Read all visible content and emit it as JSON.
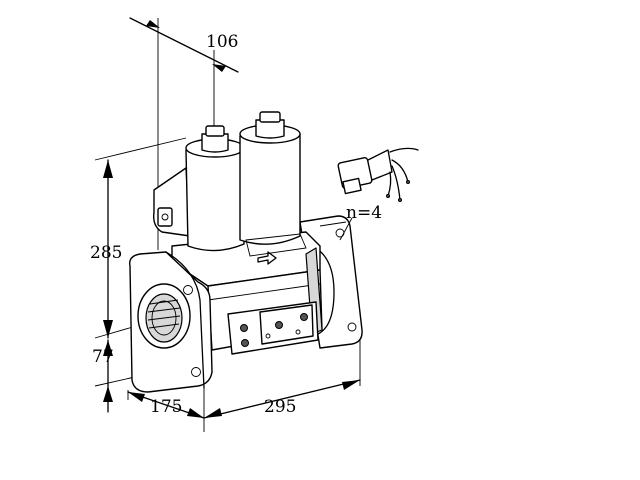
{
  "dimensions": {
    "top_width": "106",
    "height": "285",
    "flange_offset": "77",
    "depth": "175",
    "length": "295",
    "bolt_count": "n=4"
  }
}
